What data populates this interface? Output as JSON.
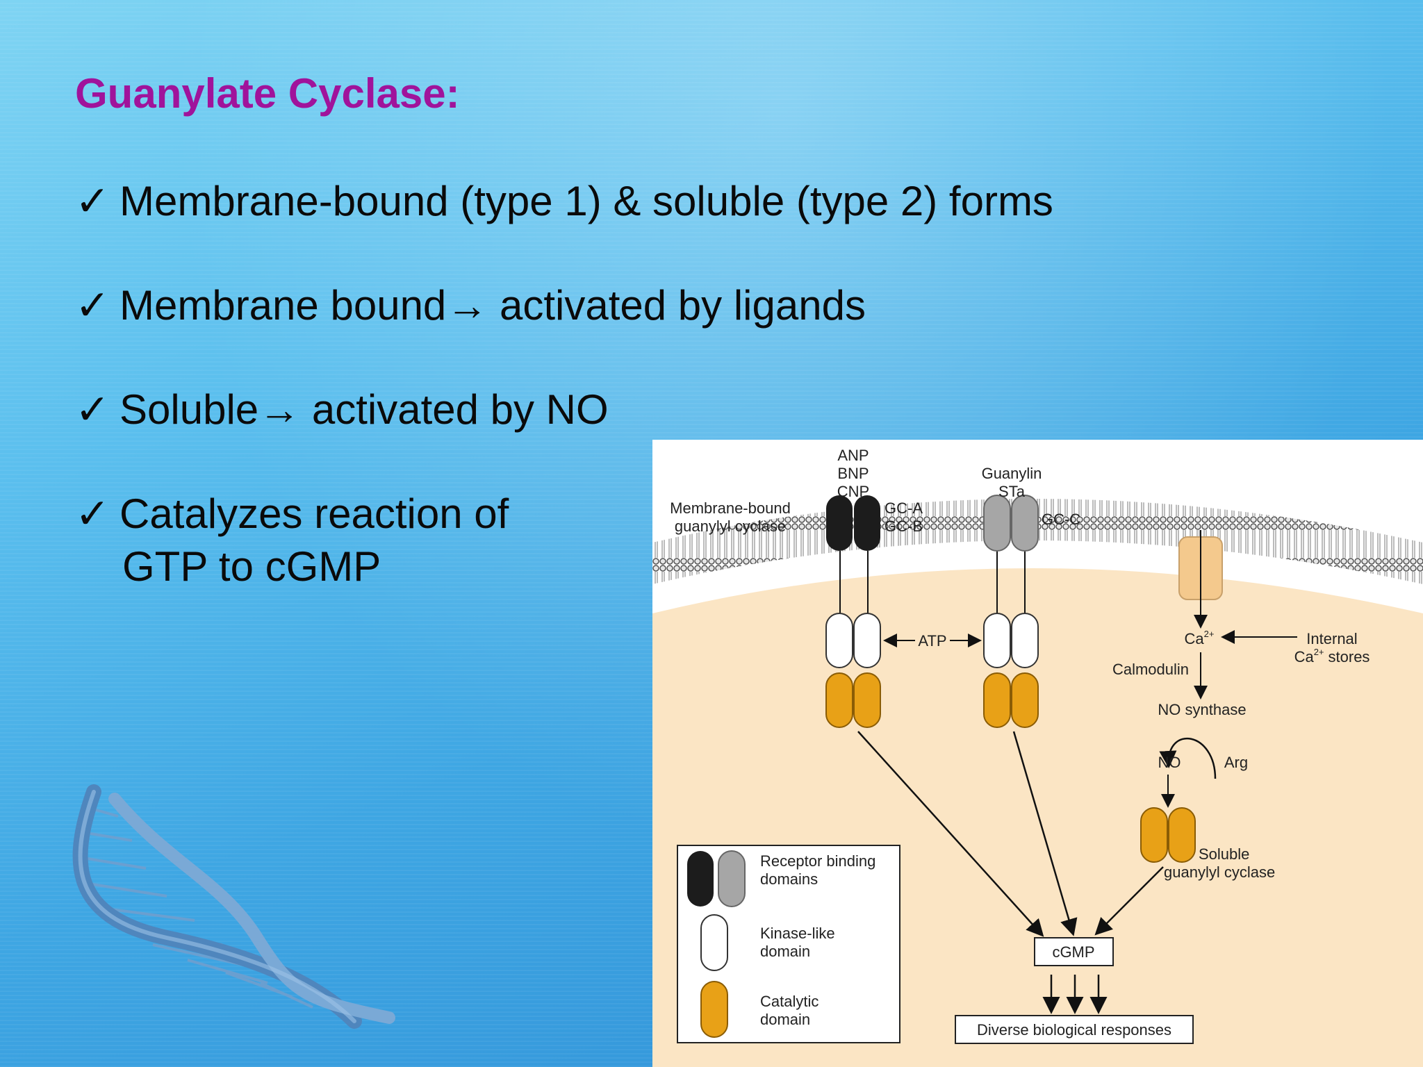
{
  "slide": {
    "title": "Guanylate Cyclase:",
    "bullets": [
      {
        "check": "✓",
        "text": "Membrane-bound (type 1) & soluble (type 2) forms"
      },
      {
        "check": "✓",
        "text": "Membrane bound→ activated by ligands"
      },
      {
        "check": "✓",
        "text": "Soluble→ activated by NO"
      },
      {
        "check": "✓",
        "text": "Catalyzes reaction of",
        "continuation": "GTP to cGMP"
      }
    ]
  },
  "diagram": {
    "labels": {
      "anp": "ANP",
      "bnp": "BNP",
      "cnp": "CNP",
      "guanylin": "Guanylin",
      "sta": "STa",
      "membrane_bound_1": "Membrane-bound",
      "membrane_bound_2": "guanylyl cyclase",
      "gca": "GC-A",
      "gcb": "GC-B",
      "gcc": "GC-C",
      "atp": "ATP",
      "ca": "Ca",
      "ca_sup": "2+",
      "internal": "Internal",
      "stores_ca": "Ca",
      "stores_sup": "2+",
      "stores": "stores",
      "calmodulin": "Calmodulin",
      "no_synthase": "NO synthase",
      "no": "NO",
      "arg": "Arg",
      "soluble_1": "Soluble",
      "soluble_2": "guanylyl cyclase",
      "cgmp": "cGMP",
      "responses": "Diverse biological responses"
    },
    "legend": {
      "receptor_1": "Receptor binding",
      "receptor_2": "domains",
      "kinase_1": "Kinase-like",
      "kinase_2": "domain",
      "catalytic_1": "Catalytic",
      "catalytic_2": "domain"
    },
    "colors": {
      "cytoplasm": "#fbe5c4",
      "receptor_black": "#1c1c1c",
      "receptor_gray": "#a6a6a6",
      "kinase": "#ffffff",
      "catalytic": "#e8a117",
      "channel": "#f4c98d",
      "title": "#a0139b"
    }
  }
}
